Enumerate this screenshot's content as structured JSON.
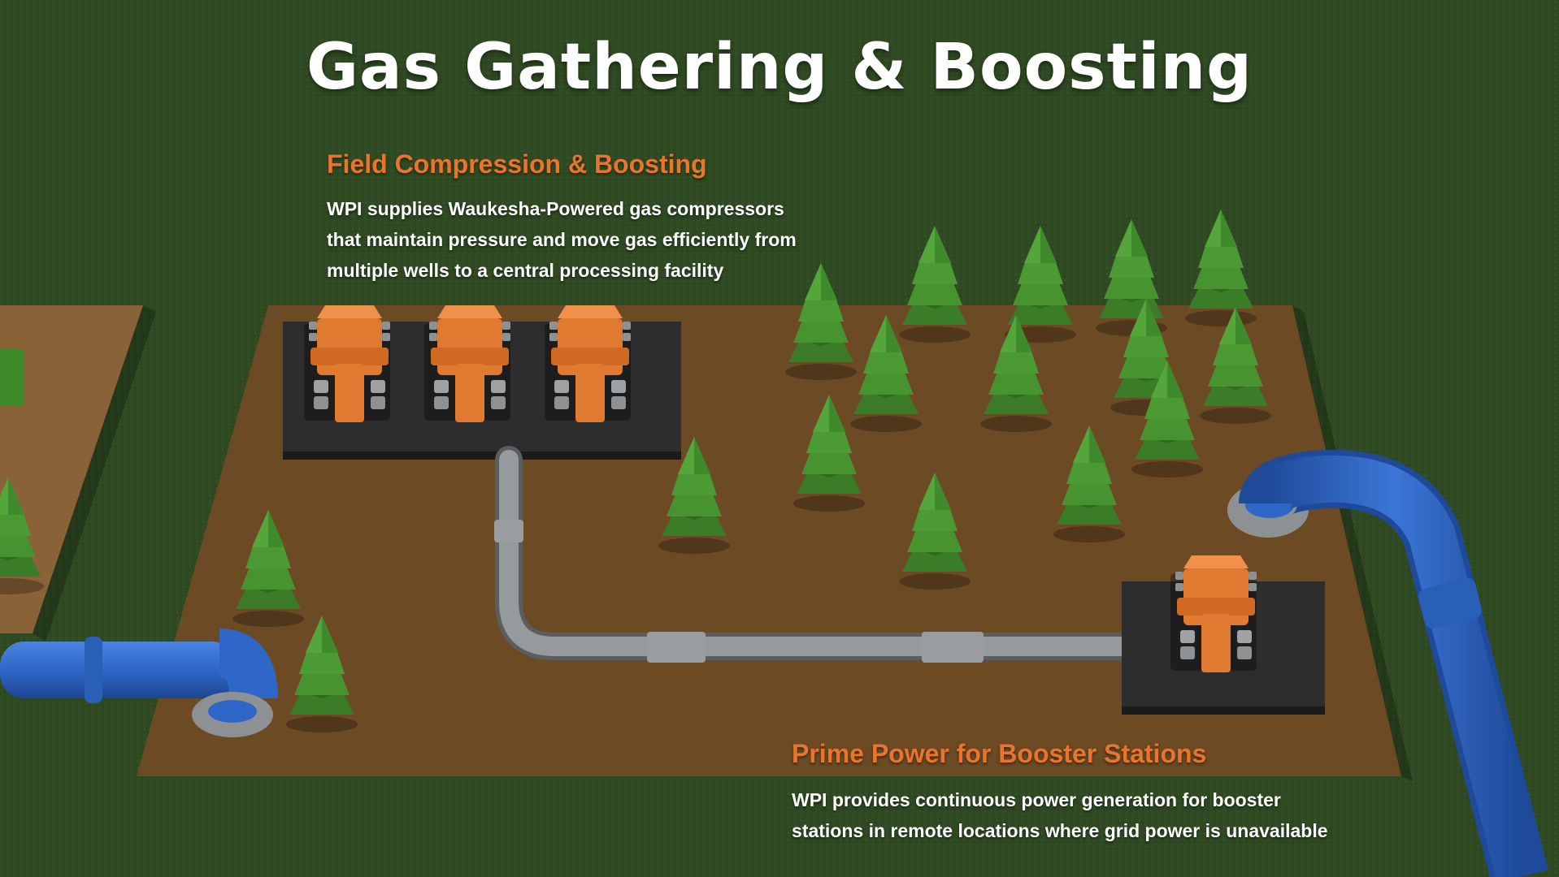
{
  "title": "Gas Gathering & Boosting",
  "field_compression": {
    "heading": "Field Compression & Boosting",
    "lines": [
      "WPI supplies Waukesha-Powered gas compressors",
      "that maintain pressure and move gas efficiently from",
      "multiple wells to a central processing facility"
    ]
  },
  "prime_power": {
    "heading": "Prime Power for Booster Stations",
    "lines": [
      "WPI provides continuous power generation for booster",
      "stations in remote locations where grid power is unavailable"
    ]
  },
  "colors": {
    "grass": "#2f4a22",
    "ground": "#6b4a24",
    "pad": "#2d2d2f",
    "compressor": "#e07a30",
    "pipe_gray": "#8c8f91",
    "pipe_blue": "#2f67c8",
    "tree": "#3f8a2a",
    "accent_text": "#e8742e"
  }
}
